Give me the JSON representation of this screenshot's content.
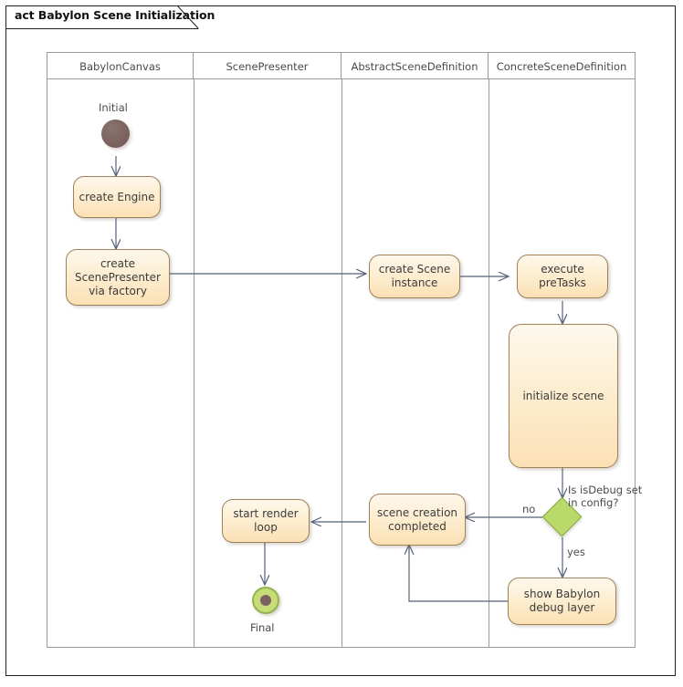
{
  "diagram": {
    "kind": "uml-activity-diagram",
    "title": "act Babylon Scene Initialization",
    "lanes": [
      {
        "label": "BabylonCanvas"
      },
      {
        "label": "ScenePresenter"
      },
      {
        "label": "AbstractSceneDefinition"
      },
      {
        "label": "ConcreteSceneDefinition"
      }
    ],
    "nodes": {
      "initial_label": "Initial",
      "create_engine": "create Engine",
      "create_scene_presenter": "create ScenePresenter via factory",
      "create_scene_instance": "create Scene instance",
      "execute_pretasks": "execute preTasks",
      "initialize_scene": "initialize scene",
      "decision_label": "Is isDebug set in config?",
      "scene_creation_completed": "scene creation completed",
      "start_render_loop": "start render loop",
      "show_debug_layer": "show Babylon debug layer",
      "final_label": "Final"
    },
    "guards": {
      "no": "no",
      "yes": "yes"
    },
    "colors": {
      "activity_fill": "#fdeed2",
      "activity_border": "#9e8157",
      "decision_fill": "#b9d96a",
      "decision_border": "#85a63e",
      "initial_fill": "#7b625f",
      "final_ring": "#93b44b",
      "final_fill": "#c5dc77",
      "edge": "#55607a",
      "lane_border": "#9a9a9a",
      "frame_border": "#222222",
      "text": "#3b3b3b"
    }
  }
}
